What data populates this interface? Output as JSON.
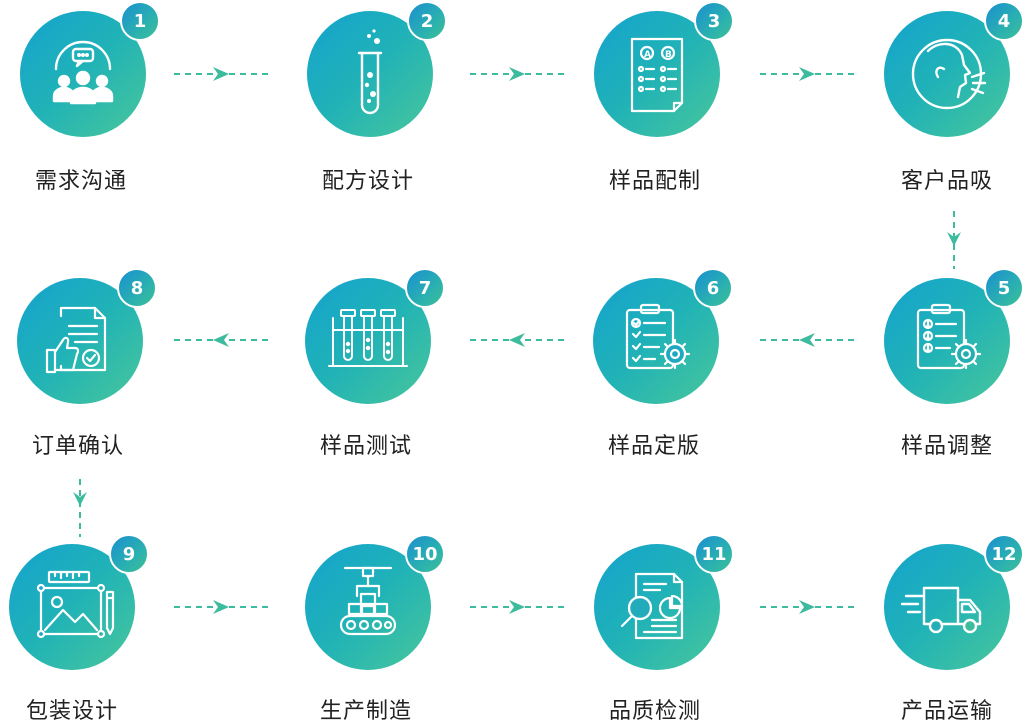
{
  "steps": [
    {
      "num": "1",
      "label": "需求沟通",
      "icon": "people-speech-icon"
    },
    {
      "num": "2",
      "label": "配方设计",
      "icon": "test-tube-icon"
    },
    {
      "num": "3",
      "label": "样品配制",
      "icon": "ab-checklist-icon"
    },
    {
      "num": "4",
      "label": "客户品吸",
      "icon": "face-profile-icon"
    },
    {
      "num": "5",
      "label": "样品调整",
      "icon": "clipboard-gear-icon"
    },
    {
      "num": "6",
      "label": "样品定版",
      "icon": "clipboard-check-gear-icon"
    },
    {
      "num": "7",
      "label": "样品测试",
      "icon": "test-tubes-rack-icon"
    },
    {
      "num": "8",
      "label": "订单确认",
      "icon": "thumbs-up-document-icon"
    },
    {
      "num": "9",
      "label": "包装设计",
      "icon": "image-ruler-pencil-icon"
    },
    {
      "num": "10",
      "label": "生产制造",
      "icon": "robot-arm-conveyor-icon"
    },
    {
      "num": "11",
      "label": "品质检测",
      "icon": "magnifier-report-icon"
    },
    {
      "num": "12",
      "label": "产品运输",
      "icon": "delivery-truck-icon"
    }
  ],
  "colors": {
    "gradient_start": "#14a3cf",
    "gradient_end": "#49c79b",
    "connector": "#3dbb9e",
    "label_text": "#222222"
  }
}
